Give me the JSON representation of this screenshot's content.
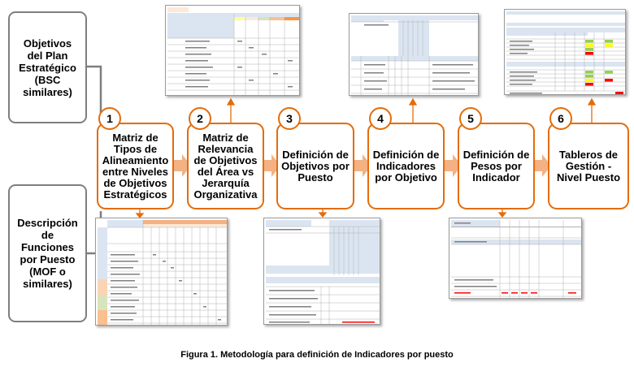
{
  "inputs": {
    "bsc": "Objetivos del Plan Estratégico (BSC similares)",
    "mof": "Descripción de Funciones por Puesto (MOF o similares)"
  },
  "steps": [
    {
      "num": "1",
      "label": "Matriz de Tipos de Alineamiento entre Niveles de Objetivos Estratégicos"
    },
    {
      "num": "2",
      "label": "Matriz de Relevancia de Objetivos del Área vs Jerarquía Organizativa"
    },
    {
      "num": "3",
      "label": "Definición de Objetivos por Puesto"
    },
    {
      "num": "4",
      "label": "Definición de Indicadores por Objetivo"
    },
    {
      "num": "5",
      "label": "Definición de Pesos por Indicador"
    },
    {
      "num": "6",
      "label": "Tableros de Gestión - Nivel Puesto"
    }
  ],
  "caption": "Figura 1. Metodología para definición de Indicadores por puesto",
  "colors": {
    "accent": "#e46c0a",
    "arrow_fill": "#f4b183",
    "input_border": "#7f7f7f"
  }
}
